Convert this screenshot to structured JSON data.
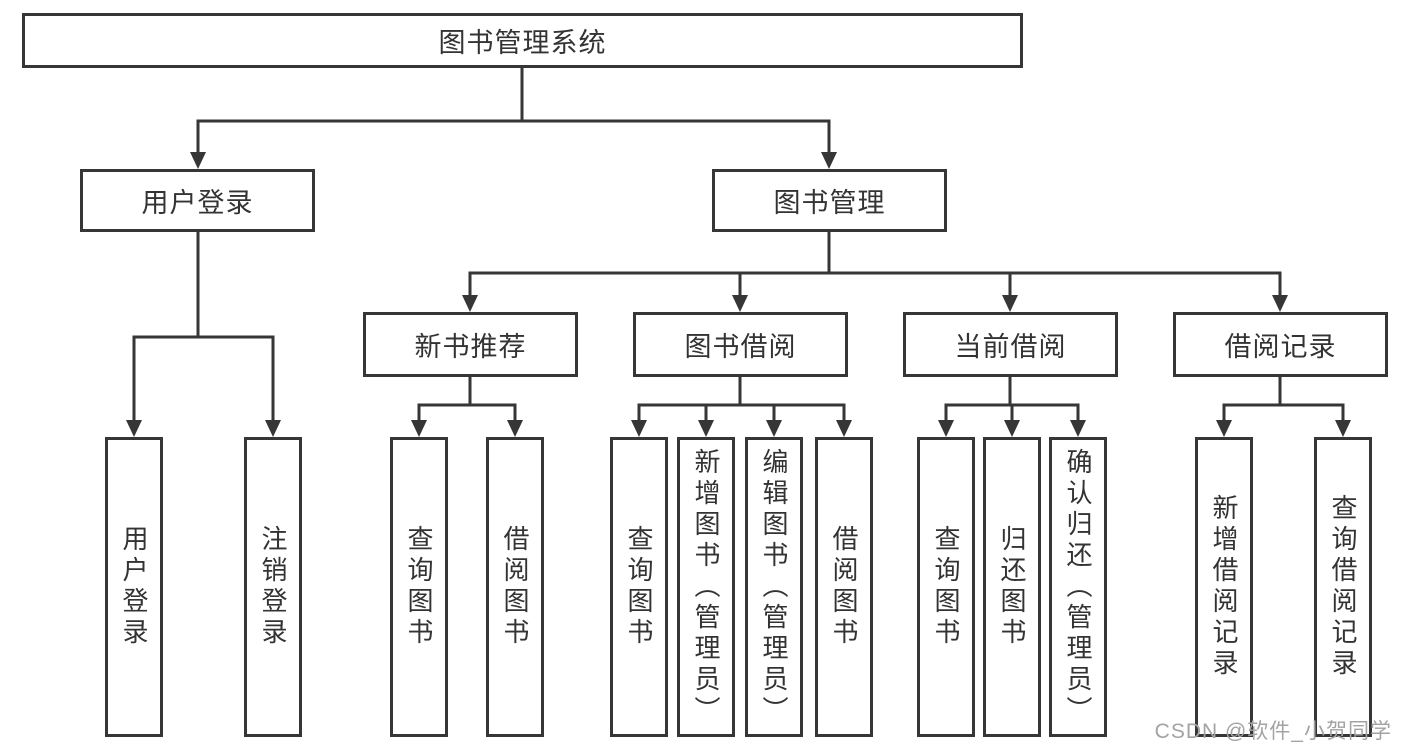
{
  "tree": {
    "root": "图书管理系统",
    "children": [
      {
        "label": "用户登录",
        "children": [
          "用户登录",
          "注销登录"
        ]
      },
      {
        "label": "图书管理",
        "children": [
          {
            "label": "新书推荐",
            "children": [
              "查询图书",
              "借阅图书"
            ]
          },
          {
            "label": "图书借阅",
            "children": [
              "查询图书",
              "新增图书（管理员）",
              "编辑图书（管理员）",
              "借阅图书"
            ]
          },
          {
            "label": "当前借阅",
            "children": [
              "查询图书",
              "归还图书",
              "确认归还（管理员）"
            ]
          },
          {
            "label": "借阅记录",
            "children": [
              "新增借阅记录",
              "查询借阅记录"
            ]
          }
        ]
      }
    ]
  },
  "watermark": {
    "text": "CSDN @软件_小贺同学"
  },
  "colors": {
    "line": "#363636",
    "ink": "#333333",
    "wm": "#a3a3a3",
    "bg": "#ffffff"
  }
}
